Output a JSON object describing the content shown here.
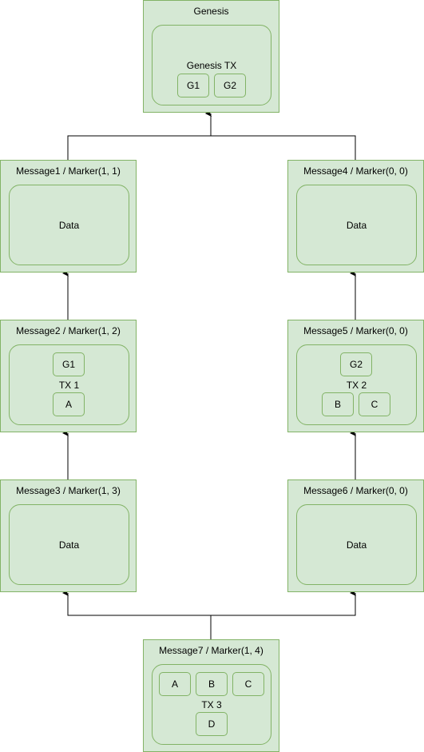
{
  "genesis": {
    "title": "Genesis",
    "tx_label": "Genesis TX",
    "outputs": [
      "G1",
      "G2"
    ]
  },
  "message1": {
    "title": "Message1 / Marker(1, 1)",
    "payload": "Data"
  },
  "message2": {
    "title": "Message2 / Marker(1, 2)",
    "inputs": [
      "G1"
    ],
    "tx_label": "TX 1",
    "outputs": [
      "A"
    ]
  },
  "message3": {
    "title": "Message3 / Marker(1, 3)",
    "payload": "Data"
  },
  "message4": {
    "title": "Message4 / Marker(0, 0)",
    "payload": "Data"
  },
  "message5": {
    "title": "Message5 / Marker(0, 0)",
    "inputs": [
      "G2"
    ],
    "tx_label": "TX 2",
    "outputs": [
      "B",
      "C"
    ]
  },
  "message6": {
    "title": "Message6 / Marker(0, 0)",
    "payload": "Data"
  },
  "message7": {
    "title": "Message7 / Marker(1, 4)",
    "inputs": [
      "A",
      "B",
      "C"
    ],
    "tx_label": "TX 3",
    "outputs": [
      "D"
    ]
  },
  "colors": {
    "node_fill": "#d5e8d4",
    "node_stroke": "#82b366",
    "edge": "#000000"
  }
}
